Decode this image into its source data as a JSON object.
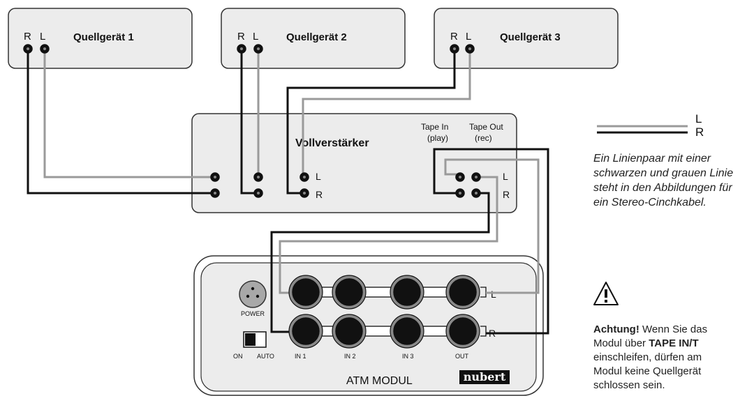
{
  "sources": [
    {
      "name": "Quellgerät 1",
      "r": "R",
      "l": "L"
    },
    {
      "name": "Quellgerät 2",
      "r": "R",
      "l": "L"
    },
    {
      "name": "Quellgerät 3",
      "r": "R",
      "l": "L"
    }
  ],
  "amplifier": {
    "name": "Vollverstärker",
    "tape_in": "Tape In",
    "tape_in_sub": "(play)",
    "tape_out": "Tape Out",
    "tape_out_sub": "(rec)",
    "l": "L",
    "r": "R"
  },
  "module": {
    "name": "ATM MODUL",
    "brand": "nubert",
    "power_label": "POWER",
    "switch_on": "ON",
    "switch_auto": "AUTO",
    "inputs": [
      "IN 1",
      "IN 2",
      "IN 3",
      "OUT"
    ],
    "l": "L",
    "r": "R"
  },
  "legend": {
    "l": "L",
    "r": "R",
    "description": "Ein Linienpaar mit einer schwarzen und grauen Linie steht in den Abbildungen für ein Stereo-Cinchkabel."
  },
  "warning": {
    "part1": "Achtung!",
    "part2": " Wenn Sie das",
    "line2a": "Modul über ",
    "line2b": "TAPE IN/T",
    "line3": "einschleifen, dürfen am",
    "line4": "Modul keine Quellgerät",
    "line5": "schlossen sein."
  },
  "colors": {
    "black_cable": "#111111",
    "gray_cable": "#9a9a9a",
    "box_fill": "#ececec",
    "box_stroke": "#333333"
  }
}
